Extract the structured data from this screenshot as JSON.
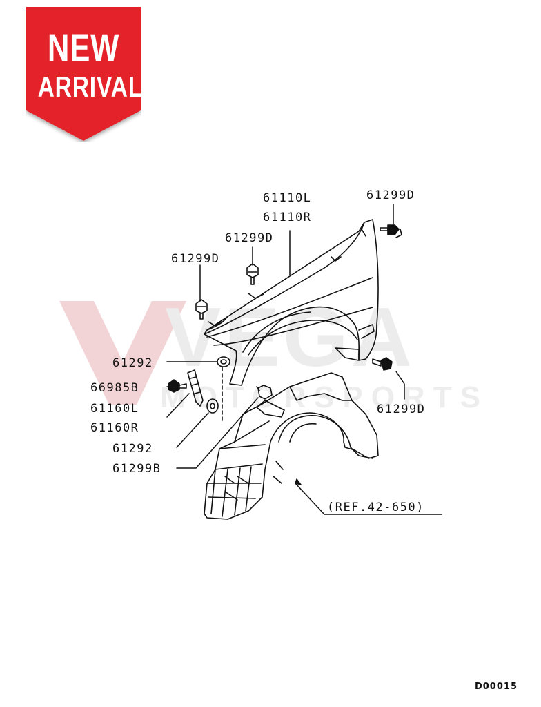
{
  "badge": {
    "line1": "NEW",
    "line2": "ARRIVAL",
    "color": "#e3232b"
  },
  "watermark": {
    "word1": "VEGA",
    "word2": "MOTORSPORTS",
    "color": "#f3d4d6"
  },
  "parts": {
    "fender_left": "61110L",
    "fender_right": "61110R",
    "bolt_top_right": "61299D",
    "bolt_mid": "61299D",
    "bolt_left": "61299D",
    "bolt_lower_right": "61299D",
    "washer_upper": "61292",
    "clip": "66985B",
    "bracket_left": "61160L",
    "bracket_right": "61160R",
    "washer_lower": "61292",
    "bolt_bottom": "61299B",
    "liner_ref": "(REF.42-650)"
  },
  "diagram_code": "D00015"
}
